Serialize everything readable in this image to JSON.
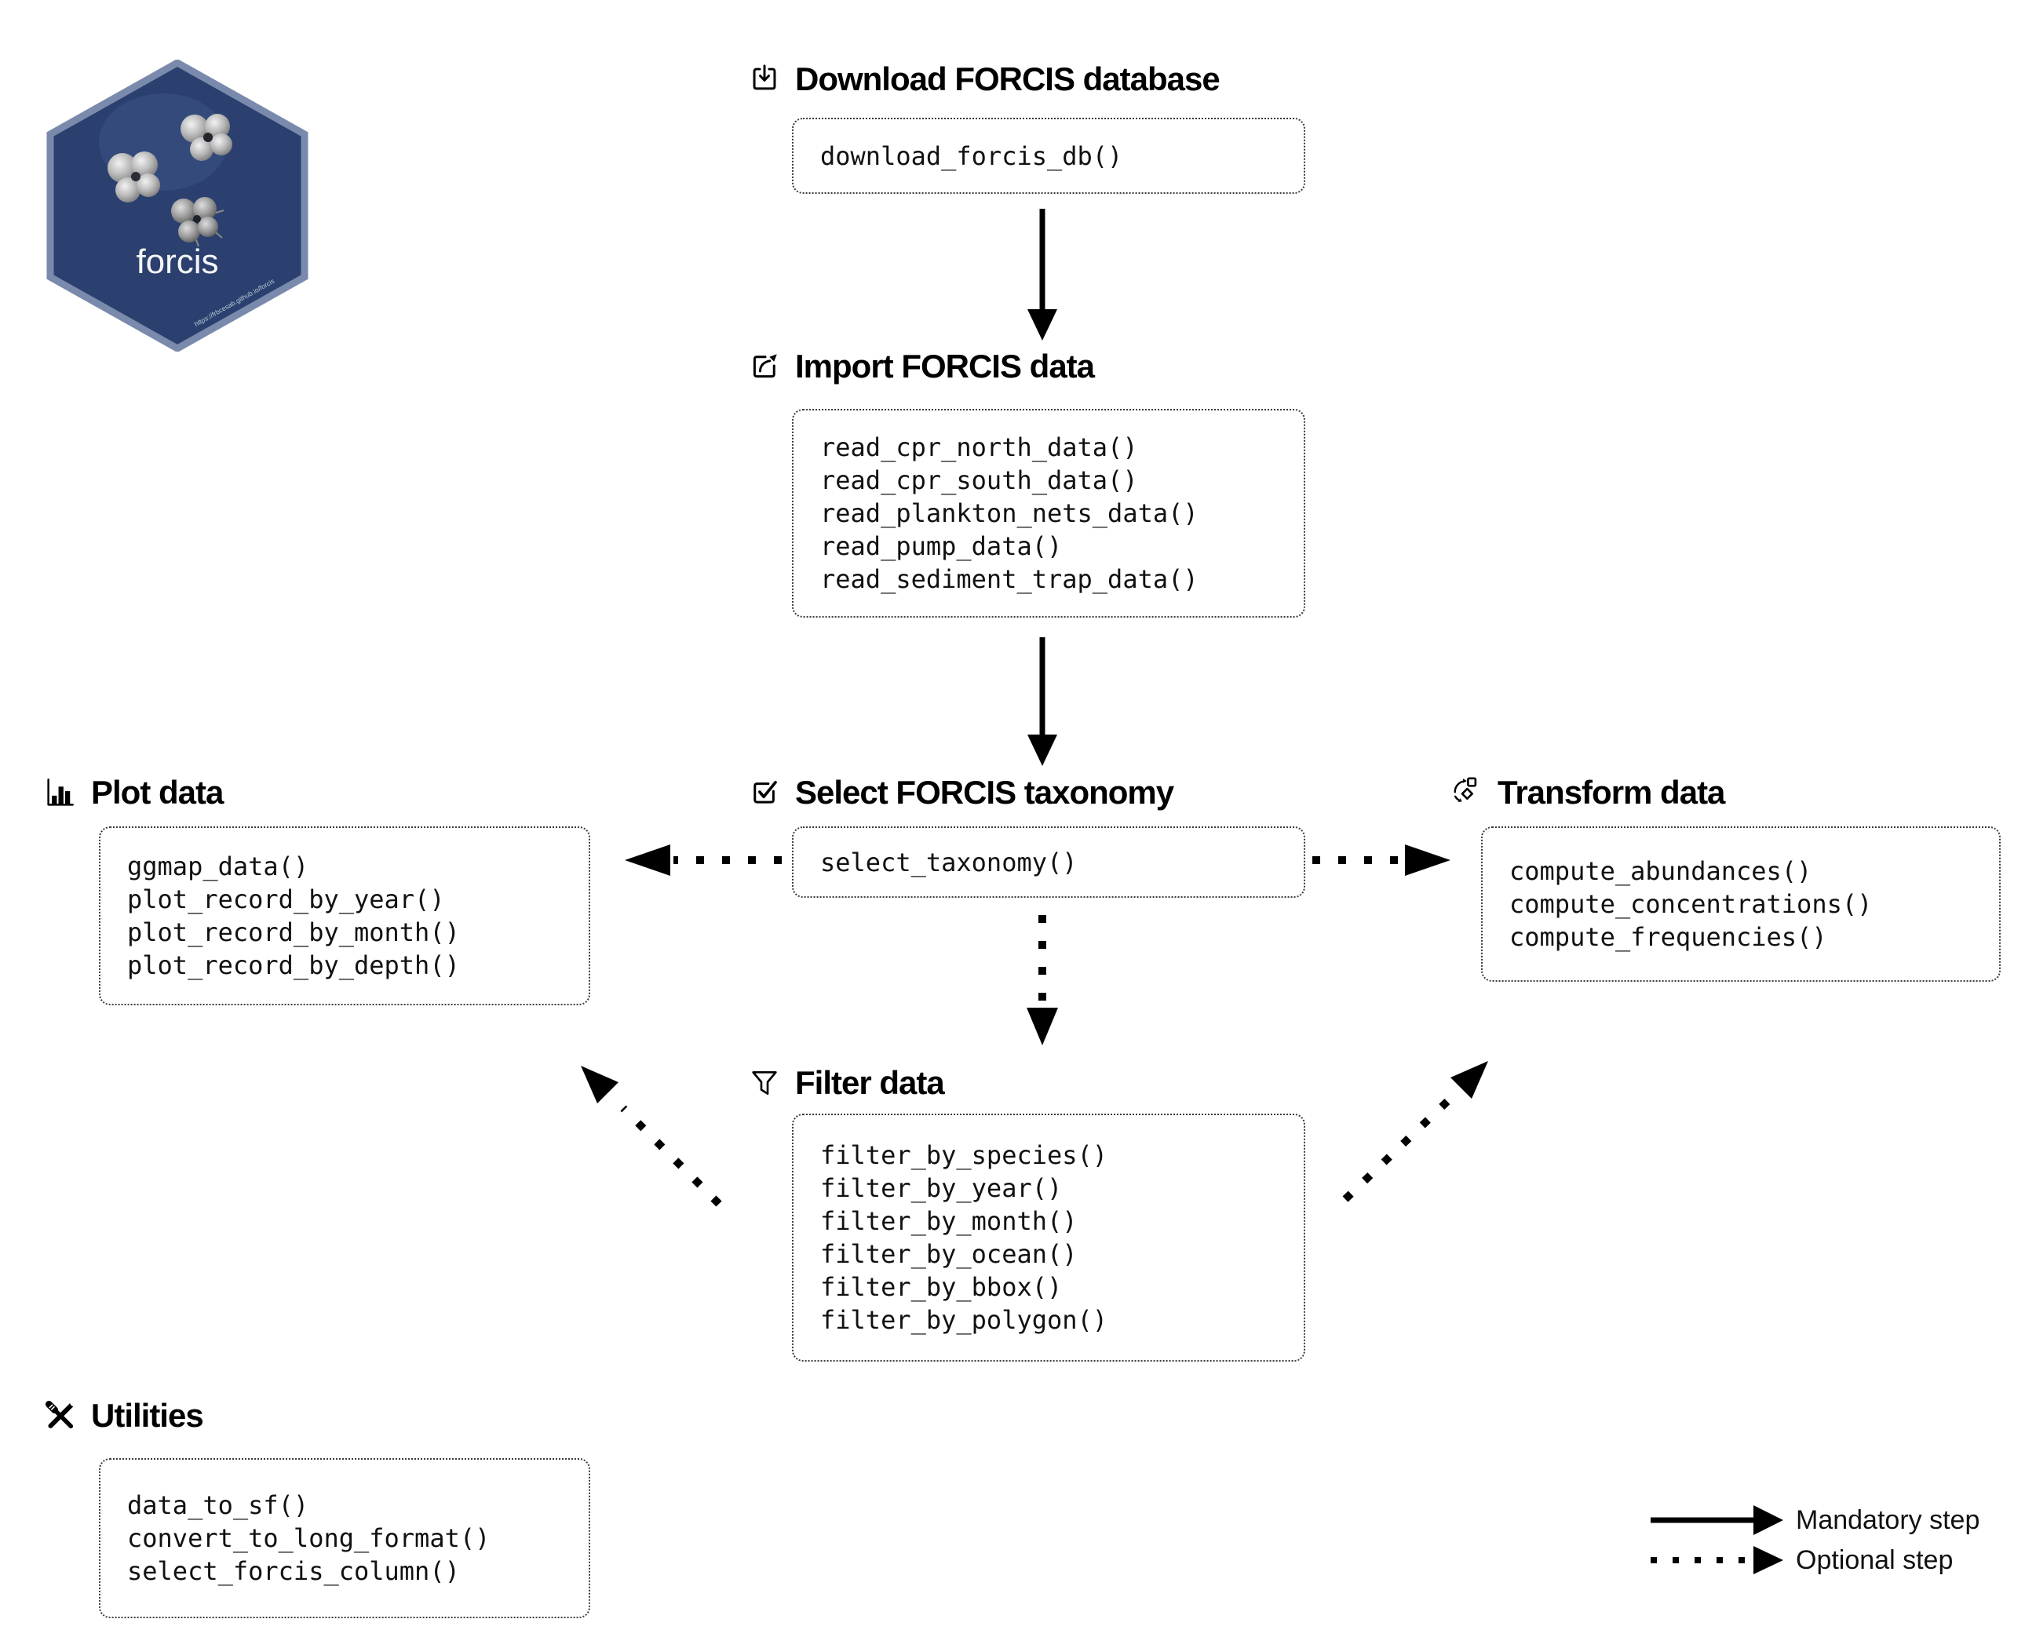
{
  "logo": {
    "text": "forcis",
    "url": "https://frbcesab.github.io/forcis",
    "bg_color": "#2b406e",
    "border_color": "#7a8aac"
  },
  "sections": {
    "download": {
      "title": "Download FORCIS database",
      "icon": "download-tray-icon",
      "functions": [
        "download_forcis_db()"
      ]
    },
    "import": {
      "title": "Import FORCIS data",
      "icon": "box-arrow-up-right-icon",
      "functions": [
        "read_cpr_north_data()",
        "read_cpr_south_data()",
        "read_plankton_nets_data()",
        "read_pump_data()",
        "read_sediment_trap_data()"
      ]
    },
    "select": {
      "title": "Select FORCIS taxonomy",
      "icon": "check-square-icon",
      "functions": [
        "select_taxonomy()"
      ]
    },
    "plot": {
      "title": "Plot data",
      "icon": "bar-chart-icon",
      "functions": [
        "ggmap_data()",
        "plot_record_by_year()",
        "plot_record_by_month()",
        "plot_record_by_depth()"
      ]
    },
    "transform": {
      "title": "Transform data",
      "icon": "shapes-cycle-icon",
      "functions": [
        "compute_abundances()",
        "compute_concentrations()",
        "compute_frequencies()"
      ]
    },
    "filter": {
      "title": "Filter data",
      "icon": "funnel-icon",
      "functions": [
        "filter_by_species()",
        "filter_by_year()",
        "filter_by_month()",
        "filter_by_ocean()",
        "filter_by_bbox()",
        "filter_by_polygon()"
      ]
    },
    "utilities": {
      "title": "Utilities",
      "icon": "crossed-tools-icon",
      "functions": [
        "data_to_sf()",
        "convert_to_long_format()",
        "select_forcis_column()"
      ]
    }
  },
  "legend": {
    "mandatory": "Mandatory step",
    "optional": "Optional step"
  },
  "colors": {
    "arrow": "#000000",
    "box_border": "#3a3a3a"
  }
}
